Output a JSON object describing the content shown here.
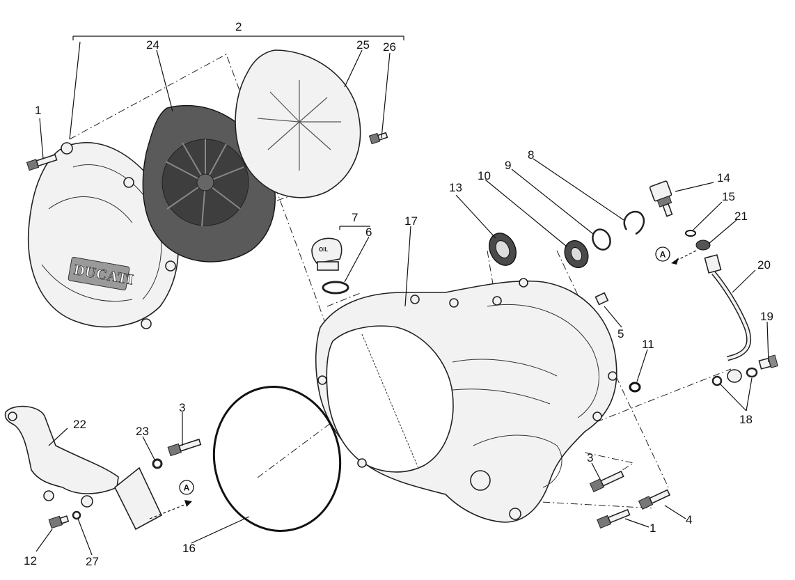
{
  "diagram": {
    "callouts": [
      {
        "id": "c1a",
        "label": "1"
      },
      {
        "id": "c1b",
        "label": "1"
      },
      {
        "id": "c2",
        "label": "2"
      },
      {
        "id": "c3a",
        "label": "3"
      },
      {
        "id": "c3b",
        "label": "3"
      },
      {
        "id": "c4",
        "label": "4"
      },
      {
        "id": "c5",
        "label": "5"
      },
      {
        "id": "c6",
        "label": "6"
      },
      {
        "id": "c7",
        "label": "7"
      },
      {
        "id": "c8",
        "label": "8"
      },
      {
        "id": "c9",
        "label": "9"
      },
      {
        "id": "c10",
        "label": "10"
      },
      {
        "id": "c11",
        "label": "11"
      },
      {
        "id": "c12",
        "label": "12"
      },
      {
        "id": "c13",
        "label": "13"
      },
      {
        "id": "c14",
        "label": "14"
      },
      {
        "id": "c15",
        "label": "15"
      },
      {
        "id": "c16",
        "label": "16"
      },
      {
        "id": "c17",
        "label": "17"
      },
      {
        "id": "c18",
        "label": "18"
      },
      {
        "id": "c19",
        "label": "19"
      },
      {
        "id": "c20",
        "label": "20"
      },
      {
        "id": "c21",
        "label": "21"
      },
      {
        "id": "c22",
        "label": "22"
      },
      {
        "id": "c23",
        "label": "23"
      },
      {
        "id": "c24",
        "label": "24"
      },
      {
        "id": "c25",
        "label": "25"
      },
      {
        "id": "c26",
        "label": "26"
      },
      {
        "id": "c27",
        "label": "27"
      }
    ],
    "ref_markers": [
      {
        "id": "refA1",
        "label": "A"
      },
      {
        "id": "refA2",
        "label": "A"
      }
    ],
    "logo_text": "DUCATI",
    "cap_text": "OIL"
  }
}
